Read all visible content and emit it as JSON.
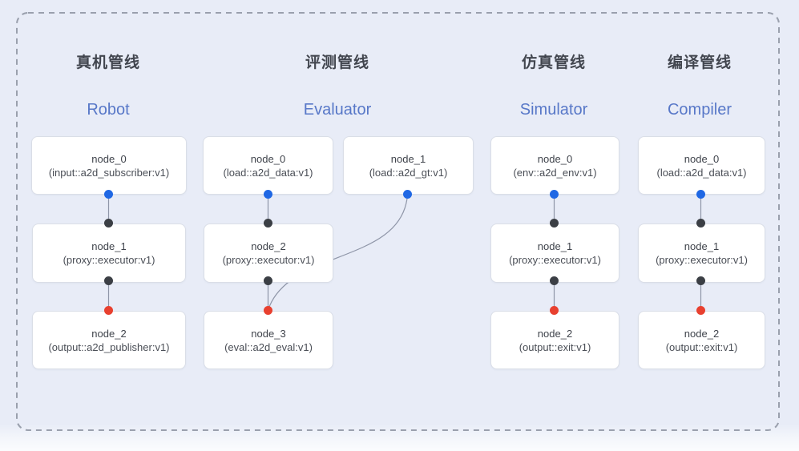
{
  "pipelines": [
    {
      "title_zh": "真机管线",
      "title_en": "Robot",
      "nodes": [
        {
          "name": "node_0",
          "type": "(input::a2d_subscriber:v1)"
        },
        {
          "name": "node_1",
          "type": "(proxy::executor:v1)"
        },
        {
          "name": "node_2",
          "type": "(output::a2d_publisher:v1)"
        }
      ]
    },
    {
      "title_zh": "评测管线",
      "title_en": "Evaluator",
      "nodes": [
        {
          "name": "node_0",
          "type": "(load::a2d_data:v1)"
        },
        {
          "name": "node_1",
          "type": "(load::a2d_gt:v1)"
        },
        {
          "name": "node_2",
          "type": "(proxy::executor:v1)"
        },
        {
          "name": "node_3",
          "type": "(eval::a2d_eval:v1)"
        }
      ]
    },
    {
      "title_zh": "仿真管线",
      "title_en": "Simulator",
      "nodes": [
        {
          "name": "node_0",
          "type": "(env::a2d_env:v1)"
        },
        {
          "name": "node_1",
          "type": "(proxy::executor:v1)"
        },
        {
          "name": "node_2",
          "type": "(output::exit:v1)"
        }
      ]
    },
    {
      "title_zh": "编译管线",
      "title_en": "Compiler",
      "nodes": [
        {
          "name": "node_0",
          "type": "(load::a2d_data:v1)"
        },
        {
          "name": "node_1",
          "type": "(proxy::executor:v1)"
        },
        {
          "name": "node_2",
          "type": "(output::exit:v1)"
        }
      ]
    }
  ],
  "colors": {
    "background": "#e8ecf7",
    "dashed_border": "#9aa0ad",
    "accent_blue_text": "#5878c8",
    "output_port": "#2068e4",
    "input_port": "#3b3f45",
    "terminal_port": "#e8402f",
    "wire": "#8f96a8"
  }
}
